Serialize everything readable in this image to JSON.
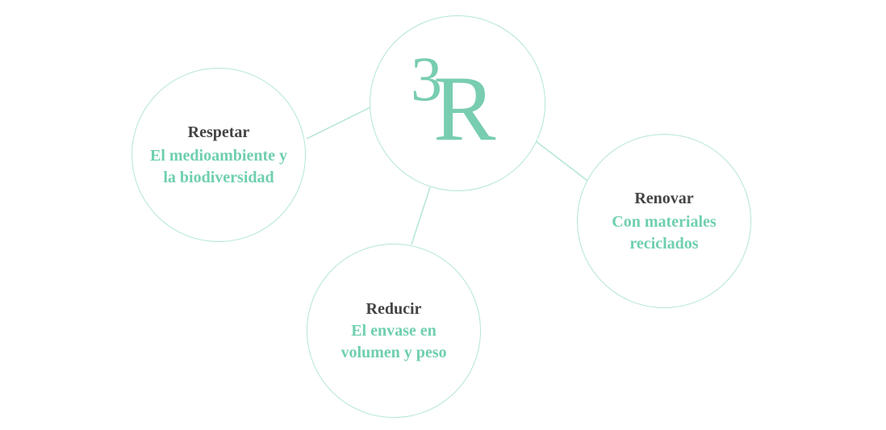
{
  "colors": {
    "accent": "#6fcfb0",
    "title": "#444444",
    "circle_border": "#b4e6d6",
    "logo": "#78cdb0"
  },
  "center": {
    "logo_digit": "3",
    "logo_letter": "R"
  },
  "nodes": [
    {
      "title": "Respetar",
      "description_lines": [
        "El medioambiente y",
        "la biodiversidad"
      ]
    },
    {
      "title": "Renovar",
      "description_lines": [
        "Con materiales",
        "reciclados"
      ]
    },
    {
      "title": "Reducir",
      "description_lines": [
        "El envase en",
        "volumen y peso"
      ]
    }
  ]
}
